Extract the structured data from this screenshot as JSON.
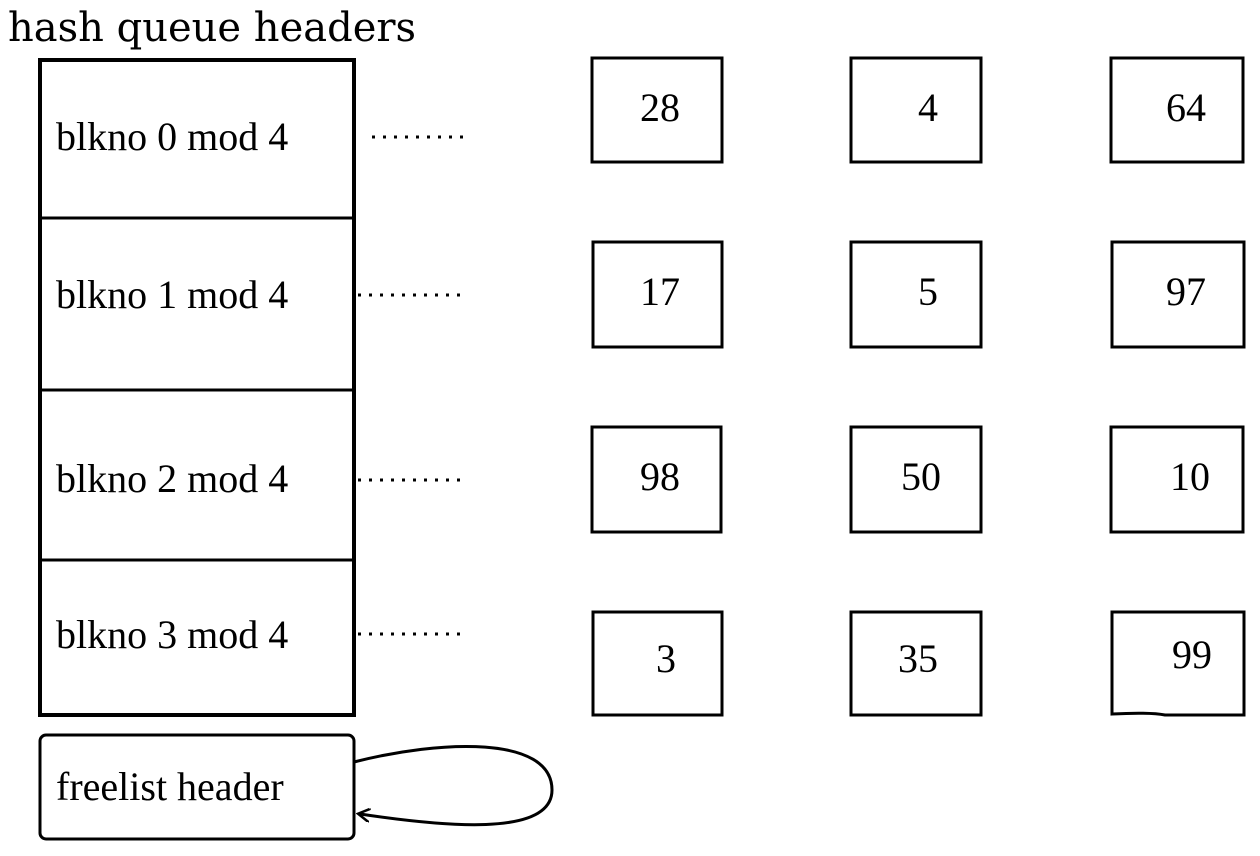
{
  "title": "hash queue headers",
  "hash_headers": [
    {
      "label": "blkno 0 mod 4",
      "blocks": [
        "28",
        "4",
        "64"
      ]
    },
    {
      "label": "blkno 1 mod 4",
      "blocks": [
        "17",
        "5",
        "97"
      ]
    },
    {
      "label": "blkno 2 mod 4",
      "blocks": [
        "98",
        "50",
        "10"
      ]
    },
    {
      "label": "blkno 3 mod 4",
      "blocks": [
        "3",
        "35",
        "99"
      ]
    }
  ],
  "freelist_header": "freelist header"
}
